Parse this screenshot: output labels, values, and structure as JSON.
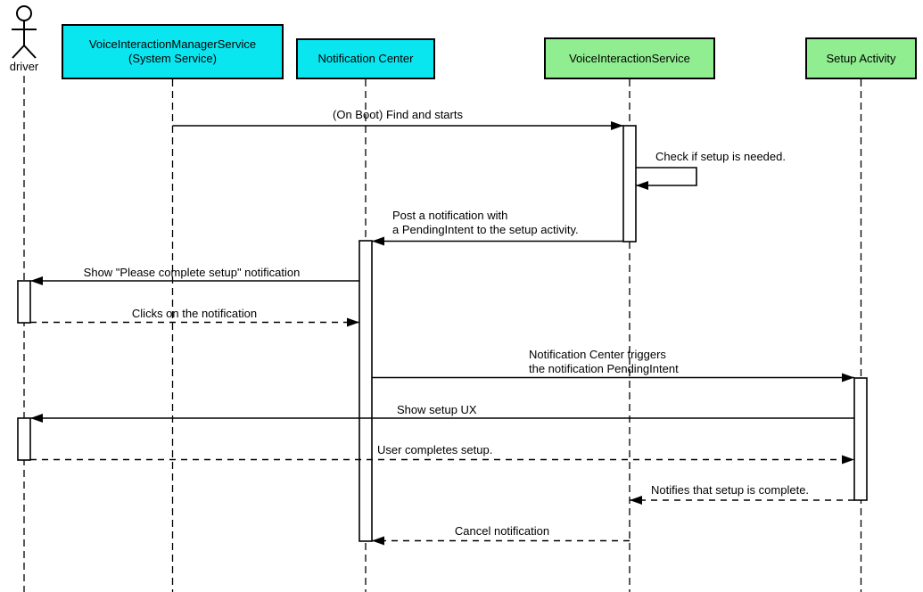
{
  "diagram": {
    "type": "uml-sequence-diagram",
    "participants": [
      {
        "id": "driver",
        "kind": "actor",
        "label": "driver"
      },
      {
        "id": "voice-interaction-manager-service",
        "kind": "box",
        "label": "VoiceInteractionManagerService\n(System Service)",
        "fill": "#0AE6F0"
      },
      {
        "id": "notification-center",
        "kind": "box",
        "label": "Notification Center",
        "fill": "#0AE6F0"
      },
      {
        "id": "voice-interaction-service",
        "kind": "box",
        "label": "VoiceInteractionService",
        "fill": "#90EE90"
      },
      {
        "id": "setup-activity",
        "kind": "box",
        "label": "Setup Activity",
        "fill": "#90EE90"
      }
    ],
    "messages": [
      {
        "label": "(On Boot) Find and starts",
        "from": "VoiceInteractionManagerService (System Service)",
        "to": "VoiceInteractionService",
        "line": "solid"
      },
      {
        "label": "Check if setup is needed.",
        "from": "VoiceInteractionService",
        "to": "VoiceInteractionService",
        "line": "solid",
        "self": true
      },
      {
        "label": "Post a notification with\na PendingIntent to the setup activity.",
        "from": "VoiceInteractionService",
        "to": "Notification Center",
        "line": "solid"
      },
      {
        "label": "Show \"Please complete setup\" notification",
        "from": "Notification Center",
        "to": "driver",
        "line": "solid"
      },
      {
        "label": "Clicks on the notification",
        "from": "driver",
        "to": "Notification Center",
        "line": "dashed"
      },
      {
        "label": "Notification Center triggers\nthe notification PendingIntent",
        "from": "Notification Center",
        "to": "Setup Activity",
        "line": "solid"
      },
      {
        "label": "Show setup UX",
        "from": "Setup Activity",
        "to": "driver",
        "line": "solid"
      },
      {
        "label": "User completes setup.",
        "from": "driver",
        "to": "Setup Activity",
        "line": "dashed"
      },
      {
        "label": "Notifies that setup is complete.",
        "from": "Setup Activity",
        "to": "VoiceInteractionService",
        "line": "dashed"
      },
      {
        "label": "Cancel notification",
        "from": "VoiceInteractionService",
        "to": "Notification Center",
        "line": "dashed"
      }
    ],
    "colors": {
      "participant_cyan": "#0AE6F0",
      "participant_green": "#90EE90",
      "line": "#000000",
      "background": "#FFFFFF"
    }
  }
}
